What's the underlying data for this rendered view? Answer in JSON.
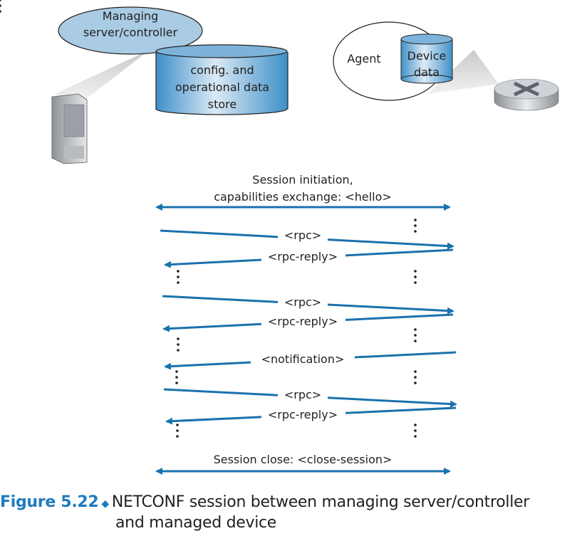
{
  "top": {
    "manager_label_line1": "Managing",
    "manager_label_line2": "server/controller",
    "store_line1": "config. and",
    "store_line2": "operational data",
    "store_line3": "store",
    "agent_label": "Agent",
    "device_data_line1": "Device",
    "device_data_line2": "data"
  },
  "messages": {
    "hello_line1": "Session initiation,",
    "hello_line2": "capabilities exchange: <hello>",
    "rpc": "<rpc>",
    "rpc_reply": "<rpc-reply>",
    "notification": "<notification>",
    "close": "Session close:  <close-session>"
  },
  "caption": {
    "figure_number": "Figure 5.22",
    "text_line1": "NETCONF session between managing server/controller",
    "text_line2": "and managed device"
  },
  "colors": {
    "arrow": "#1a72ad",
    "caption_accent": "#1f7bbf",
    "bubble_fill": "#a9cbe4",
    "cylinder": "#4d9bcf"
  }
}
